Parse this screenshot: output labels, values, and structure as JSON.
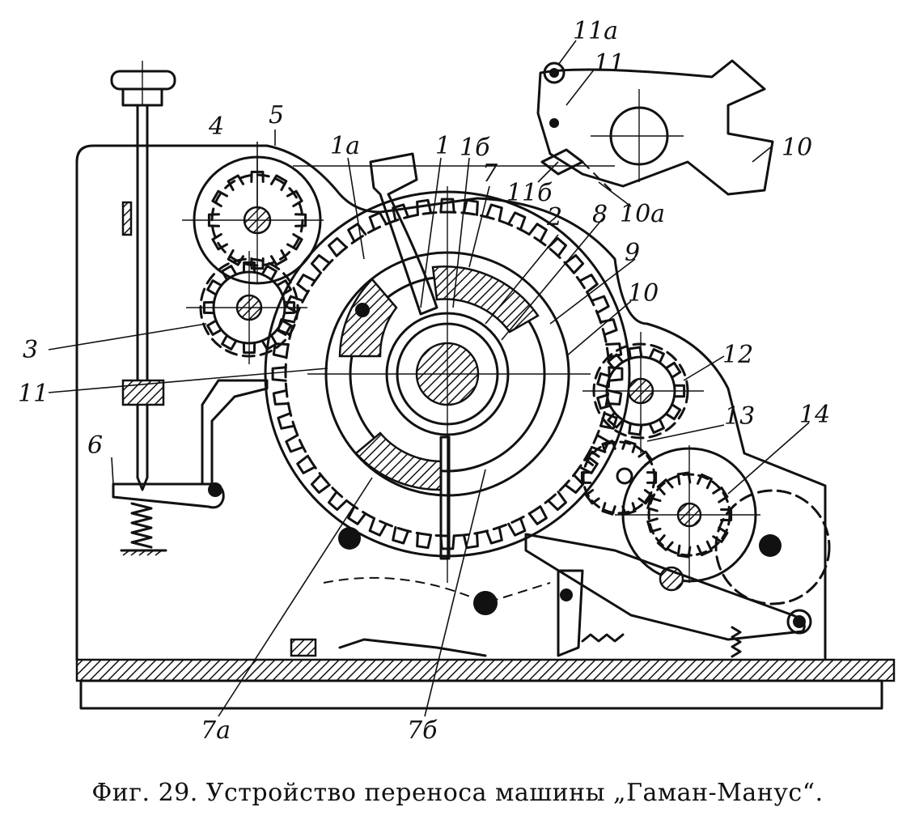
{
  "labels": {
    "l1": "1",
    "l1a": "1а",
    "l1b": "1б",
    "l2": "2",
    "l3": "3",
    "l4": "4",
    "l5": "5",
    "l6": "6",
    "l7": "7",
    "l7a": "7а",
    "l7b": "7б",
    "l8": "8",
    "l9": "9",
    "l10": "10",
    "l10a": "10а",
    "l10top": "10",
    "l11": "11",
    "l11left": "11",
    "l11a": "11а",
    "l11b": "11б",
    "l12": "12",
    "l13": "13",
    "l14": "14"
  },
  "caption": "Фиг. 29. Устройство переноса машины „Гаман-Манус“."
}
